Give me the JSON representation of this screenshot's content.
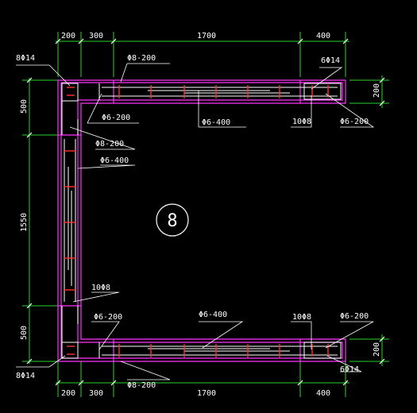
{
  "drawing": {
    "section_number": "8",
    "colors": {
      "background": "#000000",
      "dimension": "#2ad62a",
      "wall": "#ff33ff",
      "rebar": "#ffffff",
      "stirrup": "#ff3030"
    }
  },
  "dimensions": {
    "top": [
      "200",
      "300",
      "1700",
      "400"
    ],
    "bottom": [
      "200",
      "300",
      "1700",
      "400"
    ],
    "left": [
      "500",
      "1550",
      "500"
    ],
    "right_top": "200",
    "right_bottom": "200"
  },
  "rebar_labels": {
    "corner_top_left": "8Φ14",
    "corner_bottom_left": "8Φ14",
    "corner_top_right": "6Φ14",
    "corner_bottom_right": "6Φ14",
    "top_dist_1": "Φ8-200",
    "top_stirrup_1": "Φ6-200",
    "top_tie_1": "Φ6-400",
    "top_dist_2": "10Φ8",
    "top_stirrup_2": "Φ6-200",
    "left_dist": "Φ8-200",
    "left_tie": "Φ6-400",
    "left_dist_2": "10Φ8",
    "bottom_stirrup_1": "Φ6-200",
    "bottom_tie": "Φ6-400",
    "bottom_dist_2": "10Φ8",
    "bottom_stirrup_2": "Φ6-200",
    "bottom_dist_1": "Φ8-200"
  }
}
